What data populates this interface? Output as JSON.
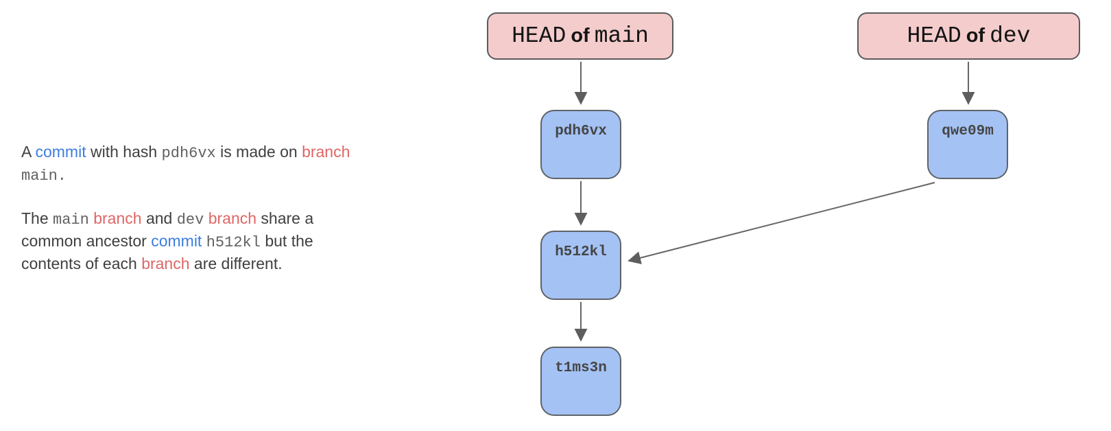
{
  "description": {
    "paragraph1": [
      {
        "t": "A ",
        "s": "plain"
      },
      {
        "t": "commit",
        "s": "blue"
      },
      {
        "t": " with hash ",
        "s": "plain"
      },
      {
        "t": "pdh6vx",
        "s": "code"
      },
      {
        "t": " is made on ",
        "s": "plain"
      },
      {
        "t": "branch",
        "s": "red"
      },
      {
        "s": "br"
      },
      {
        "t": "main.",
        "s": "code"
      }
    ],
    "paragraph2": [
      {
        "t": "The ",
        "s": "plain"
      },
      {
        "t": "main",
        "s": "code"
      },
      {
        "t": " ",
        "s": "plain"
      },
      {
        "t": "branch",
        "s": "red"
      },
      {
        "t": " and ",
        "s": "plain"
      },
      {
        "t": "dev",
        "s": "code"
      },
      {
        "t": " ",
        "s": "plain"
      },
      {
        "t": "branch",
        "s": "red"
      },
      {
        "t": " share a",
        "s": "plain"
      },
      {
        "s": "br"
      },
      {
        "t": "common ancestor ",
        "s": "plain"
      },
      {
        "t": "commit",
        "s": "blue"
      },
      {
        "t": " ",
        "s": "plain"
      },
      {
        "t": "h512kl",
        "s": "code"
      },
      {
        "t": " but the",
        "s": "plain"
      },
      {
        "s": "br"
      },
      {
        "t": "contents of each ",
        "s": "plain"
      },
      {
        "t": "branch",
        "s": "red"
      },
      {
        "t": " are different.",
        "s": "plain"
      }
    ]
  },
  "diagram": {
    "heads": {
      "main": {
        "prefix": "HEAD",
        "mid": "of",
        "branch": "main"
      },
      "dev": {
        "prefix": "HEAD",
        "mid": "of",
        "branch": "dev"
      }
    },
    "commits": [
      {
        "id": "pdh6vx",
        "label": "pdh6vx"
      },
      {
        "id": "qwe09m",
        "label": "qwe09m"
      },
      {
        "id": "h512kl",
        "label": "h512kl"
      },
      {
        "id": "t1ms3n",
        "label": "t1ms3n"
      }
    ],
    "edges": [
      {
        "from": "head-of-main",
        "to": "pdh6vx"
      },
      {
        "from": "head-of-dev",
        "to": "qwe09m"
      },
      {
        "from": "pdh6vx",
        "to": "h512kl"
      },
      {
        "from": "h512kl",
        "to": "t1ms3n"
      },
      {
        "from": "qwe09m",
        "to": "h512kl"
      }
    ],
    "colors": {
      "head_fill": "#f4cccc",
      "commit_fill": "#a4c2f4",
      "node_border": "#5b5b5b",
      "arrow": "#666666",
      "text_plain": "#3f3f3f",
      "text_commit_word": "#3c7de0",
      "text_branch_word": "#e06666",
      "text_code": "#616161"
    }
  }
}
